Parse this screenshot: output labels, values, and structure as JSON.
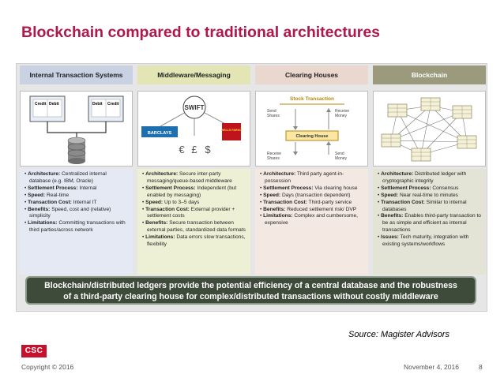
{
  "title": "Blockchain compared to traditional architectures",
  "columns": [
    {
      "heading": "Internal Transaction Systems",
      "header_color": "#c9d2e2",
      "illustration": {
        "labels": [
          "Credit",
          "Debit",
          "Debit",
          "Credit"
        ]
      },
      "bullets": [
        {
          "term": "Architecture:",
          "text": " Centralized internal database (e.g. IBM, Oracle)"
        },
        {
          "term": "Settlement Process:",
          "text": " Internal"
        },
        {
          "term": "Speed:",
          "text": " Real-time"
        },
        {
          "term": "Transaction Cost:",
          "text": " Internal IT"
        },
        {
          "term": "Benefits:",
          "text": " Speed, cost and (relative) simplicity"
        },
        {
          "term": "Limitations:",
          "text": " Committing transactions with third parties/across network"
        }
      ]
    },
    {
      "heading": "Middleware/Messaging",
      "header_color": "#e3e6b4",
      "illustration": {
        "labels": [
          "SWIFT",
          "BARCLAYS",
          "WELLS FARGO",
          "€",
          "£",
          "$"
        ]
      },
      "bullets": [
        {
          "term": "Architecture:",
          "text": " Secure inter-party messaging/queue-based middleware"
        },
        {
          "term": "Settlement Process:",
          "text": " Independent (but enabled by messaging)"
        },
        {
          "term": "Speed:",
          "text": " Up to 3–5 days"
        },
        {
          "term": "Transaction Cost:",
          "text": " External provider + settlement costs"
        },
        {
          "term": "Benefits:",
          "text": " Secure transaction between external parties, standardized data formats"
        },
        {
          "term": "Limitations:",
          "text": " Data errors slow transactions, flexibility"
        }
      ]
    },
    {
      "heading": "Clearing Houses",
      "header_color": "#ead7cd",
      "illustration": {
        "labels": [
          "Stock Transaction",
          "Send",
          "Shares",
          "Receive",
          "Money",
          "Clearing House",
          "Receive",
          "Shares",
          "Send",
          "Money"
        ]
      },
      "bullets": [
        {
          "term": "Architecture:",
          "text": " Third party agent-in-possession"
        },
        {
          "term": "Settlement Process:",
          "text": " Via clearing house"
        },
        {
          "term": "Speed:",
          "text": " Days (transaction dependent)"
        },
        {
          "term": "Transaction Cost:",
          "text": " Third-party service"
        },
        {
          "term": "Benefits:",
          "text": " Reduced settlement risk/ DVP"
        },
        {
          "term": "Limitations:",
          "text": " Complex and cumbersome, expensive"
        }
      ]
    },
    {
      "heading": "Blockchain",
      "header_color": "#9c9a7c",
      "illustration": {
        "labels": []
      },
      "bullets": [
        {
          "term": "Architecture:",
          "text": " Distributed ledger with cryptographic integrity"
        },
        {
          "term": "Settlement Process:",
          "text": " Consensus"
        },
        {
          "term": "Speed:",
          "text": " Near real-time to minutes"
        },
        {
          "term": "Transaction Cost:",
          "text": " Similar to internal databases"
        },
        {
          "term": "Benefits:",
          "text": " Enables third-party transaction to be as simple and efficient as internal transactions"
        },
        {
          "term": "Issues:",
          "text": " Tech maturity, integration with existing systems/workflows"
        }
      ]
    }
  ],
  "banner": {
    "line1": "Blockchain/distributed ledgers provide the potential efficiency of a central database and the robustness",
    "line2": "of a third-party clearing house for complex/distributed transactions without costly middleware"
  },
  "source": "Source: Magister Advisors",
  "logo": "CSC",
  "footer": {
    "copyright": "Copyright © 2016",
    "date": "November 4, 2016",
    "page": "8"
  },
  "colors": {
    "title": "#b0184a",
    "banner_bg": "#3e4a3a",
    "logo": "#c8102e",
    "text_panel_1": "#e4e9f3",
    "text_panel_2": "#eef0d6",
    "text_panel_3": "#f3e9e2",
    "text_panel_4": "#e3e3d6"
  }
}
